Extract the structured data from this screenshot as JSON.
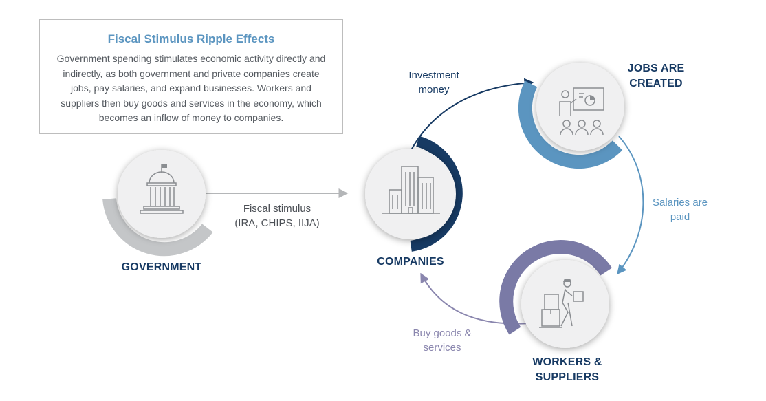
{
  "infobox": {
    "title": "Fiscal Stimulus Ripple Effects",
    "description": "Government spending stimulates economic activity directly and indirectly, as both government and private companies create jobs, pay salaries, and expand businesses. Workers and suppliers then buy goods and services in the economy, which becomes an inflow of money to companies."
  },
  "nodes": {
    "government": {
      "label": "GOVERNMENT",
      "icon": "capitol-building-icon",
      "ring_color": "#c4c6c8"
    },
    "companies": {
      "label": "COMPANIES",
      "icon": "office-buildings-icon",
      "ring_color": "#173a63"
    },
    "jobs": {
      "label": "JOBS ARE\nCREATED",
      "icon": "classroom-presentation-icon",
      "ring_color": "#5b95c0"
    },
    "workers": {
      "label": "WORKERS &\nSUPPLIERS",
      "icon": "delivery-worker-icon",
      "ring_color": "#7a7aa6"
    }
  },
  "flows": {
    "fiscal_stimulus": {
      "label_line1": "Fiscal stimulus",
      "label_line2": "(IRA, CHIPS, IIJA)",
      "color": "#b4b6b8"
    },
    "investment_money": {
      "label_line1": "Investment",
      "label_line2": "money",
      "color": "#173a63"
    },
    "salaries": {
      "label_line1": "Salaries are",
      "label_line2": "paid",
      "color": "#5b95c0"
    },
    "buy_goods": {
      "label_line1": "Buy goods &",
      "label_line2": "services",
      "color": "#8a86ae"
    }
  }
}
